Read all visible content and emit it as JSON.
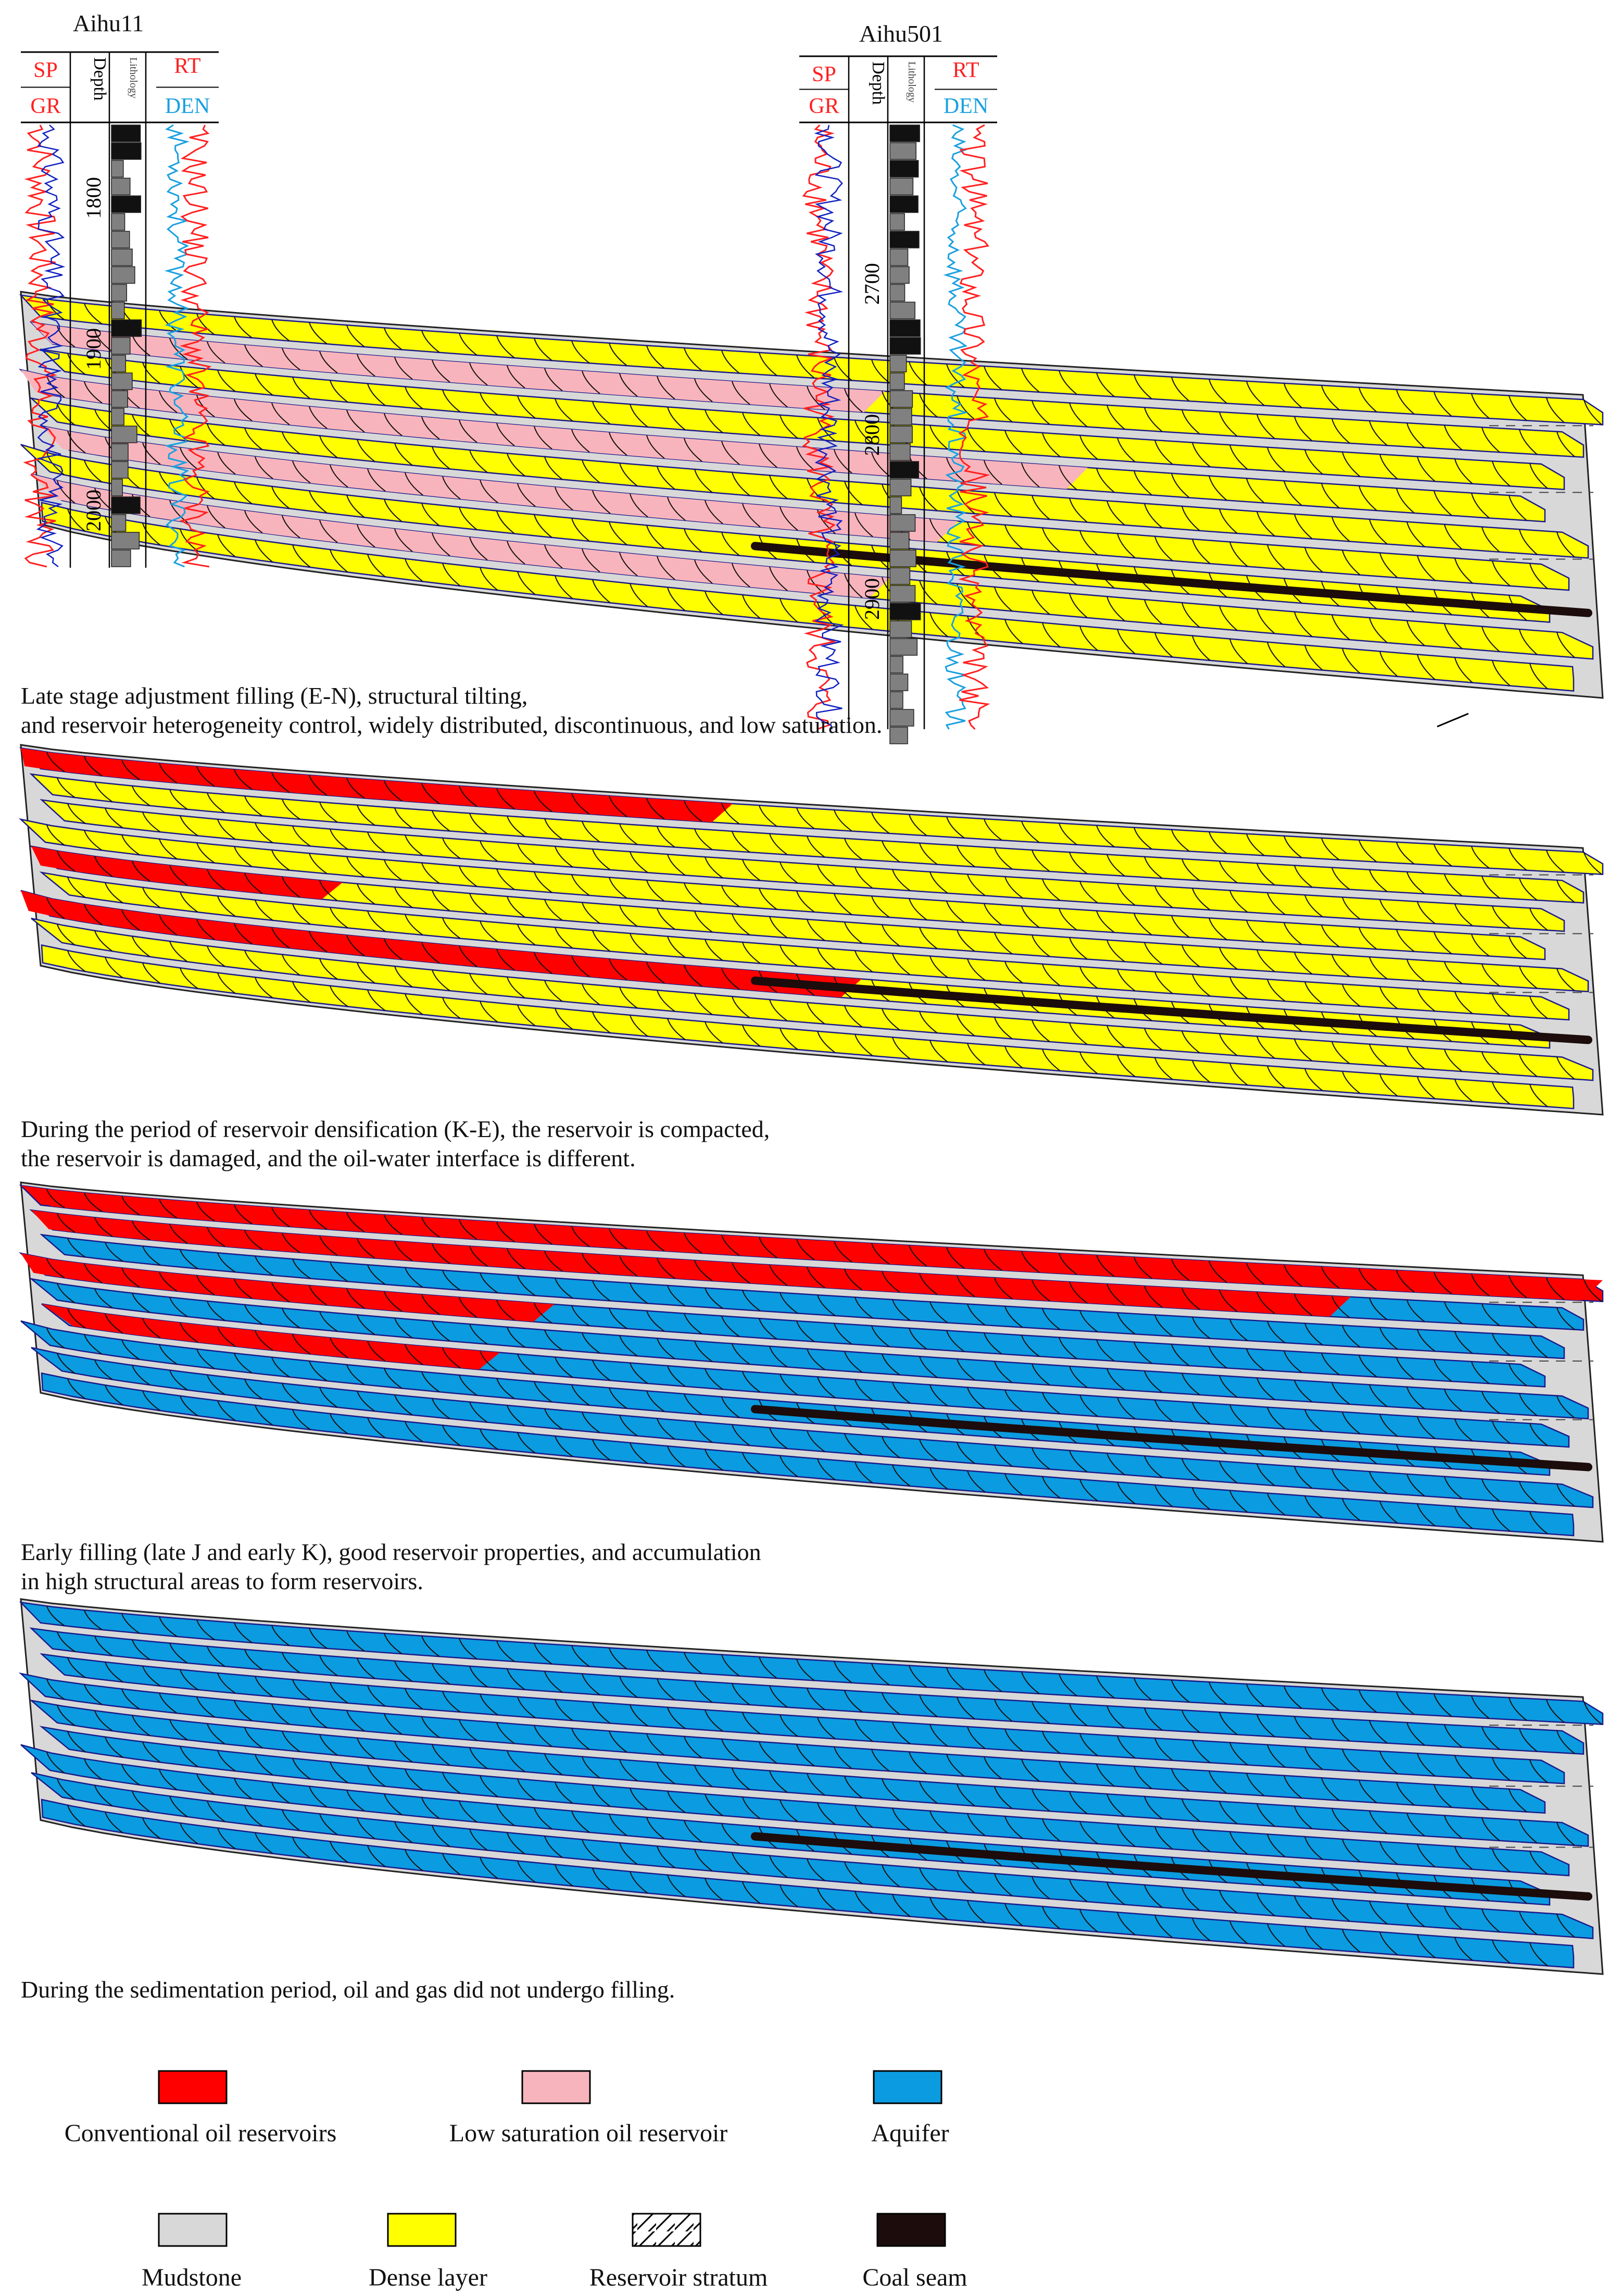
{
  "wells": [
    {
      "name": "Aihu11",
      "headers": {
        "sp": "SP",
        "gr": "GR",
        "depth": "Depth",
        "lithology": "Lithology",
        "rt": "RT",
        "den": "DEN"
      },
      "depth_labels": [
        "1800",
        "1900",
        "2000"
      ]
    },
    {
      "name": "Aihu501",
      "headers": {
        "sp": "SP",
        "gr": "GR",
        "depth": "Depth",
        "lithology": "Lithology",
        "rt": "RT",
        "den": "DEN"
      },
      "depth_labels": [
        "2700",
        "2800",
        "2900"
      ]
    }
  ],
  "panels": [
    {
      "stage": "late_adjustment",
      "caption_lines": [
        "Late stage adjustment filling (E-N), structural tilting,",
        "and reservoir heterogeneity control, widely distributed, discontinuous, and low saturation."
      ]
    },
    {
      "stage": "densification",
      "caption_lines": [
        "During the period of reservoir densification (K-E), the reservoir is compacted,",
        "the reservoir is damaged, and the oil-water interface is different."
      ]
    },
    {
      "stage": "early_filling",
      "caption_lines": [
        "Early filling (late J and early K), good reservoir properties, and accumulation",
        "in high structural areas to form reservoirs."
      ]
    },
    {
      "stage": "sedimentation",
      "caption_lines": [
        "During the sedimentation period, oil and gas did not undergo filling."
      ]
    }
  ],
  "legend": [
    {
      "label": "Conventional oil reservoirs",
      "color": "#ff0000",
      "pattern": "solid"
    },
    {
      "label": "Low saturation oil reservoir",
      "color": "#f8b4bc",
      "pattern": "solid"
    },
    {
      "label": "Aquifer",
      "color": "#0b9be0",
      "pattern": "solid"
    },
    {
      "label": "Mudstone",
      "color": "#d8d8d8",
      "pattern": "solid"
    },
    {
      "label": "Dense layer",
      "color": "#ffff00",
      "pattern": "solid"
    },
    {
      "label": "Reservoir stratum",
      "color": "#ffffff",
      "pattern": "hatch"
    },
    {
      "label": "Coal seam",
      "color": "#1c0c0c",
      "pattern": "solid"
    }
  ],
  "colors": {
    "conventional_oil": "#ff0000",
    "low_saturation_oil": "#f8b4bc",
    "aquifer": "#0b9be0",
    "mudstone": "#d8d8d8",
    "dense_layer": "#ffff00",
    "coal_seam": "#1c0c0c",
    "sp_curve": "#ff2020",
    "gr_curve": "#1020c0",
    "rt_curve": "#ff2020",
    "den_curve": "#1aa0e0",
    "lithology_fill": "#808080"
  }
}
